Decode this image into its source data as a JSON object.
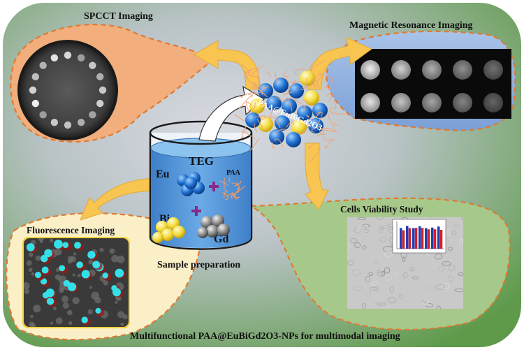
{
  "labels": {
    "spcct": "SPCCT Imaging",
    "mri": "Magnetic Resonance Imaging",
    "fluorescence": "Fluorescence Imaging",
    "cells": "Cells Viability Study",
    "sample": "Sample preparation",
    "nanoparticle": "PAA@EuBiGd2O3",
    "caption": "Multifunctional PAA@EuBiGd2O3-NPs for multimodal imaging"
  },
  "beaker": {
    "solvent": "TEG",
    "eu": "Eu",
    "bi": "Bi",
    "gd": "Gd",
    "paa": "PAA"
  },
  "colors": {
    "background_light": "#c8ccd4",
    "background_green": "#5e9a4a",
    "panel_orange": "#f2ae7c",
    "panel_blue": "#8fb0dc",
    "panel_cream": "#fbefc8",
    "panel_green": "#a6c98b",
    "dash_orange": "#e07a30",
    "arrow_yellow": "#f7c550",
    "liquid_blue": "#5d9bd8",
    "beaker_edge": "#1a1a1a"
  },
  "icons": [
    "curved-arrow-icon",
    "plus-icon",
    "sphere-cluster-icon",
    "polymer-fiber-icon"
  ]
}
